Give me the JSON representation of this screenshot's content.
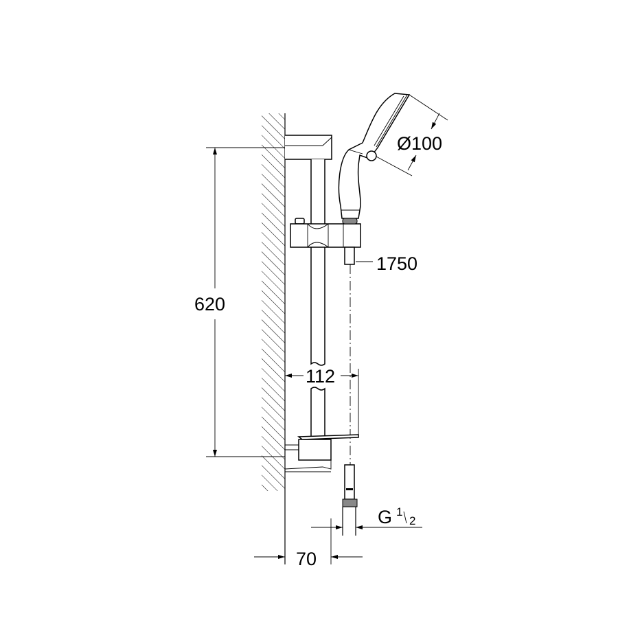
{
  "drawing": {
    "title": "Shower rail set dimension drawing",
    "dimensions": {
      "head_diameter": "Ø100",
      "hose_length": "1750",
      "rail_height": "620",
      "projection": "112",
      "wall_distance": "70",
      "thread_prefix": "G",
      "thread_num": "1",
      "thread_den": "2"
    }
  }
}
